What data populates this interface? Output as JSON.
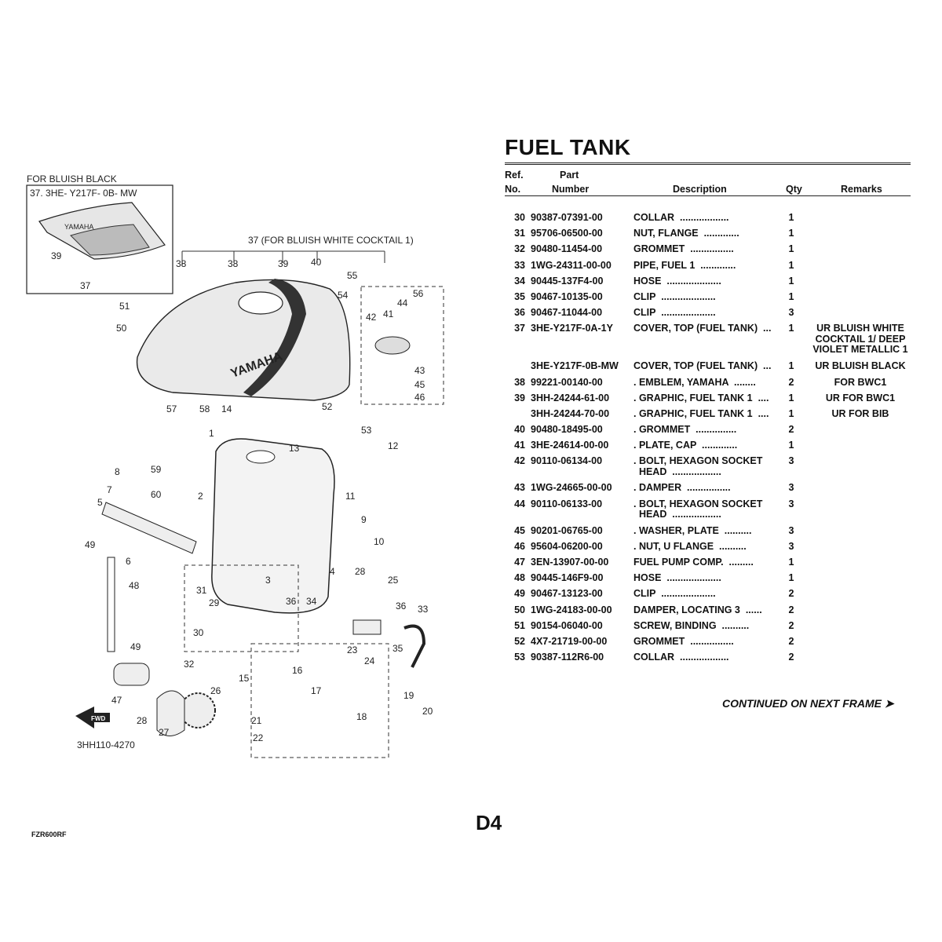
{
  "page": {
    "title": "FUEL TANK",
    "continued": "CONTINUED ON NEXT FRAME ➤",
    "page_number": "D4",
    "model": "FZR600RF"
  },
  "table_header": {
    "ref_line1": "Ref.",
    "ref_line2": "No.",
    "part_line1": "Part",
    "part_line2": "Number",
    "description": "Description",
    "qty": "Qty",
    "remarks": "Remarks"
  },
  "parts": [
    {
      "ref": "30",
      "part": "90387-07391-00",
      "desc": "COLLAR  ..................",
      "qty": "1",
      "remarks": ""
    },
    {
      "ref": "31",
      "part": "95706-06500-00",
      "desc": "NUT, FLANGE  .............",
      "qty": "1",
      "remarks": ""
    },
    {
      "ref": "32",
      "part": "90480-11454-00",
      "desc": "GROMMET  ................",
      "qty": "1",
      "remarks": ""
    },
    {
      "ref": "33",
      "part": "1WG-24311-00-00",
      "desc": "PIPE, FUEL 1  .............",
      "qty": "1",
      "remarks": ""
    },
    {
      "ref": "34",
      "part": "90445-137F4-00",
      "desc": "HOSE  ....................",
      "qty": "1",
      "remarks": ""
    },
    {
      "ref": "35",
      "part": "90467-10135-00",
      "desc": "CLIP  ....................",
      "qty": "1",
      "remarks": ""
    },
    {
      "ref": "36",
      "part": "90467-11044-00",
      "desc": "CLIP  ....................",
      "qty": "3",
      "remarks": ""
    },
    {
      "ref": "37",
      "part": "3HE-Y217F-0A-1Y",
      "desc": "COVER, TOP (FUEL TANK)  ...",
      "qty": "1",
      "remarks": "UR BLUISH WHITE COCKTAIL 1/ DEEP VIOLET METALLIC 1"
    },
    {
      "ref": "",
      "part": "3HE-Y217F-0B-MW",
      "desc": "COVER, TOP (FUEL TANK)  ...",
      "qty": "1",
      "remarks": "UR BLUISH BLACK"
    },
    {
      "ref": "38",
      "part": "99221-00140-00",
      "desc": ". EMBLEM, YAMAHA  ........",
      "qty": "2",
      "remarks": "FOR BWC1"
    },
    {
      "ref": "39",
      "part": "3HH-24244-61-00",
      "desc": ". GRAPHIC, FUEL TANK 1  ....",
      "qty": "1",
      "remarks": "UR FOR BWC1"
    },
    {
      "ref": "",
      "part": "3HH-24244-70-00",
      "desc": ". GRAPHIC, FUEL TANK 1  ....",
      "qty": "1",
      "remarks": "UR FOR BIB"
    },
    {
      "ref": "40",
      "part": "90480-18495-00",
      "desc": ". GROMMET  ...............",
      "qty": "2",
      "remarks": ""
    },
    {
      "ref": "41",
      "part": "3HE-24614-00-00",
      "desc": ". PLATE, CAP  .............",
      "qty": "1",
      "remarks": ""
    },
    {
      "ref": "42",
      "part": "90110-06134-00",
      "desc": ". BOLT, HEXAGON SOCKET\n  HEAD  ..................",
      "qty": "3",
      "remarks": ""
    },
    {
      "ref": "43",
      "part": "1WG-24665-00-00",
      "desc": ". DAMPER  ................",
      "qty": "3",
      "remarks": ""
    },
    {
      "ref": "44",
      "part": "90110-06133-00",
      "desc": ". BOLT, HEXAGON SOCKET\n  HEAD  ..................",
      "qty": "3",
      "remarks": ""
    },
    {
      "ref": "45",
      "part": "90201-06765-00",
      "desc": ". WASHER, PLATE  ..........",
      "qty": "3",
      "remarks": ""
    },
    {
      "ref": "46",
      "part": "95604-06200-00",
      "desc": ". NUT, U FLANGE  ..........",
      "qty": "3",
      "remarks": ""
    },
    {
      "ref": "47",
      "part": "3EN-13907-00-00",
      "desc": "FUEL PUMP COMP.  .........",
      "qty": "1",
      "remarks": ""
    },
    {
      "ref": "48",
      "part": "90445-146F9-00",
      "desc": "HOSE  ....................",
      "qty": "1",
      "remarks": ""
    },
    {
      "ref": "49",
      "part": "90467-13123-00",
      "desc": "CLIP  ....................",
      "qty": "2",
      "remarks": ""
    },
    {
      "ref": "50",
      "part": "1WG-24183-00-00",
      "desc": "DAMPER, LOCATING 3  ......",
      "qty": "2",
      "remarks": ""
    },
    {
      "ref": "51",
      "part": "90154-06040-00",
      "desc": "SCREW, BINDING  ..........",
      "qty": "2",
      "remarks": ""
    },
    {
      "ref": "52",
      "part": "4X7-21719-00-00",
      "desc": "GROMMET  ................",
      "qty": "2",
      "remarks": ""
    },
    {
      "ref": "53",
      "part": "90387-112R6-00",
      "desc": "COLLAR  ..................",
      "qty": "2",
      "remarks": ""
    }
  ],
  "diagram": {
    "inset_label": "FOR BLUISH BLACK",
    "inset_part": "37. 3HE- Y217F- 0B- MW",
    "cover_label": "37 (FOR BLUISH WHITE COCKTAIL 1)",
    "brand": "YAMAHA",
    "fwd": "FWD",
    "drawing_code": "3HH110-4270",
    "callouts": [
      "37",
      "39",
      "38",
      "38",
      "39",
      "40",
      "55",
      "54",
      "56",
      "44",
      "42",
      "41",
      "43",
      "45",
      "46",
      "51",
      "50",
      "57",
      "58",
      "14",
      "52",
      "53",
      "12",
      "13",
      "11",
      "1",
      "8",
      "7",
      "59",
      "5",
      "60",
      "2",
      "9",
      "10",
      "49",
      "6",
      "48",
      "3",
      "4",
      "28",
      "25",
      "31",
      "29",
      "30",
      "36",
      "34",
      "36",
      "33",
      "35",
      "23",
      "24",
      "49",
      "32",
      "47",
      "26",
      "28",
      "27",
      "15",
      "16",
      "17",
      "18",
      "19",
      "20",
      "21",
      "22"
    ]
  }
}
